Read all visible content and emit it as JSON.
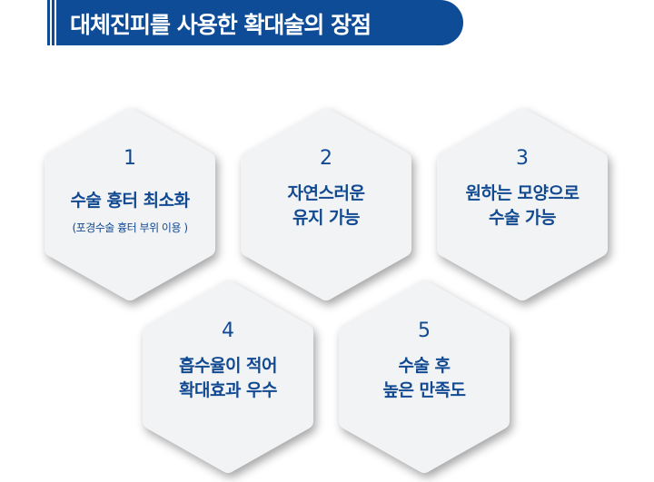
{
  "header": {
    "title": "대체진피를 사용한 확대술의 장점"
  },
  "colors": {
    "brand": "#0f4c97",
    "text": "#124a92",
    "hex_fill": "#f2f3f5"
  },
  "advantages": [
    {
      "number": "1",
      "line1": "수술 흉터 최소화",
      "line2": "",
      "note": "(포경수술 흉터 부위 이용 )"
    },
    {
      "number": "2",
      "line1": "자연스러운",
      "line2": "유지 가능",
      "note": ""
    },
    {
      "number": "3",
      "line1": "원하는 모양으로",
      "line2": "수술 가능",
      "note": ""
    },
    {
      "number": "4",
      "line1": "흡수율이 적어",
      "line2": "확대효과 우수",
      "note": ""
    },
    {
      "number": "5",
      "line1": "수술 후",
      "line2": "높은 만족도",
      "note": ""
    }
  ]
}
